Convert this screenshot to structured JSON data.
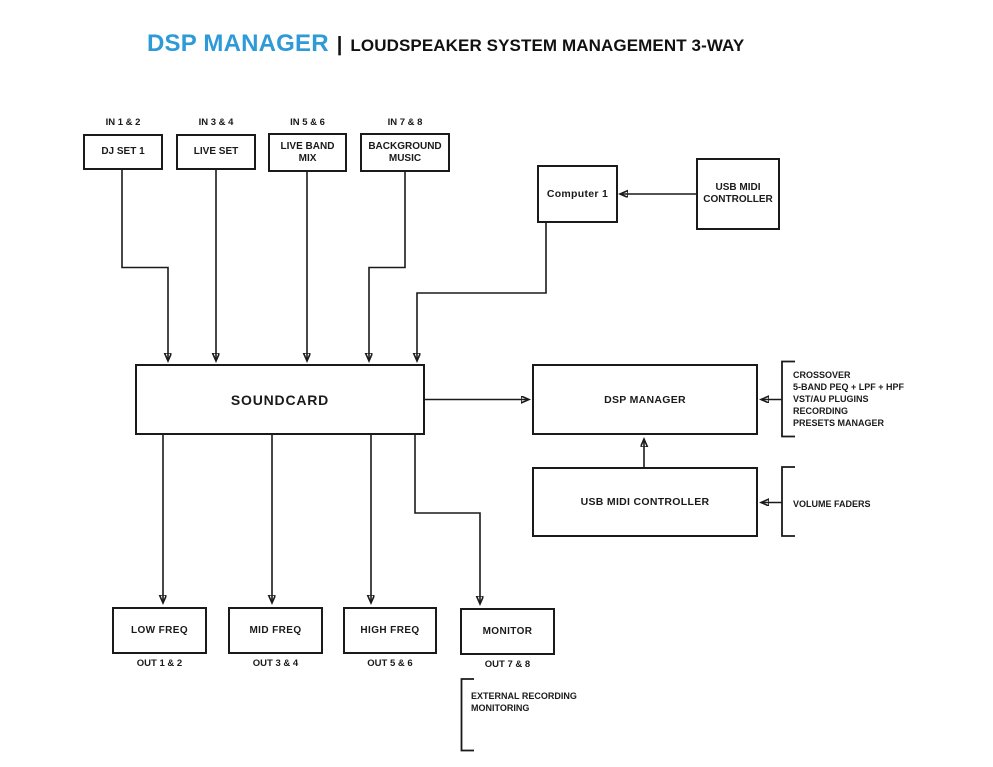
{
  "title": {
    "brand": "DSP MANAGER",
    "separator": "|",
    "subtitle": "LOUDSPEAKER SYSTEM MANAGEMENT 3-WAY"
  },
  "colors": {
    "accent_blue": "#2e9ad7",
    "line_black": "#1a1a1a",
    "background": "#ffffff"
  },
  "inputs": [
    {
      "port": "IN 1 & 2",
      "label": "DJ SET 1"
    },
    {
      "port": "IN 3 & 4",
      "label": "LIVE SET"
    },
    {
      "port": "IN 5 & 6",
      "label": "LIVE BAND MIX"
    },
    {
      "port": "IN 7 & 8",
      "label": "BACKGROUND MUSIC"
    }
  ],
  "nodes": {
    "computer": "Computer 1",
    "usb_midi_top": "USB MIDI CONTROLLER",
    "soundcard": "SOUNDCARD",
    "dsp_manager": "DSP MANAGER",
    "usb_midi_bottom": "USB MIDI CONTROLLER"
  },
  "outputs": [
    {
      "label": "LOW FREQ",
      "port": "OUT 1 & 2"
    },
    {
      "label": "MID FREQ",
      "port": "OUT 3 & 4"
    },
    {
      "label": "HIGH FREQ",
      "port": "OUT 5 & 6"
    },
    {
      "label": "MONITOR",
      "port": "OUT 7 & 8"
    }
  ],
  "annotations": {
    "dsp_features": [
      "CROSSOVER",
      "5-BAND PEQ + LPF + HPF",
      "VST/AU PLUGINS",
      "RECORDING",
      "PRESETS MANAGER"
    ],
    "volume_faders": "VOLUME FADERS",
    "external_recording": [
      "EXTERNAL RECORDING",
      "MONITORING"
    ]
  }
}
